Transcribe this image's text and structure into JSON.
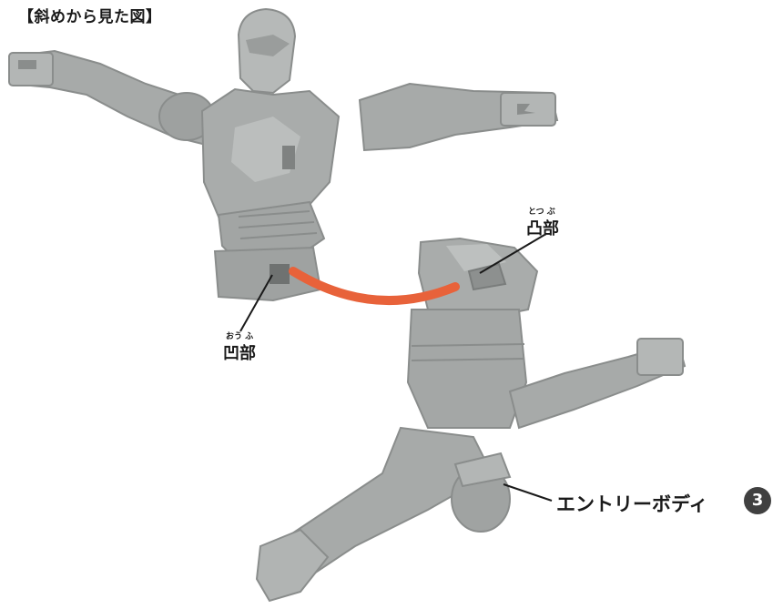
{
  "title": "【斜めから見た図】",
  "convex": {
    "ruby": "とつ ぶ",
    "label": "凸部"
  },
  "concave": {
    "ruby": "おう ふ",
    "label": "凹部"
  },
  "entry_body": {
    "label": "エントリーボディ",
    "badge": "3"
  },
  "colors": {
    "figure_gray": "#a7aaa9",
    "figure_dark": "#8a8d8c",
    "figure_light": "#c2c5c4",
    "arrow_orange": "#e8623a",
    "text_dark": "#1a1a1a"
  }
}
